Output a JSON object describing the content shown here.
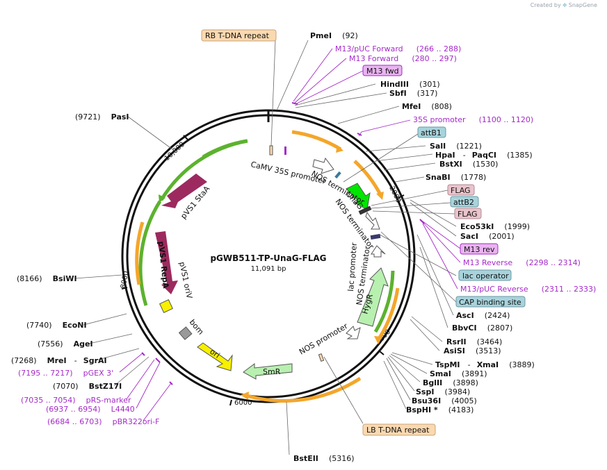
{
  "brand": {
    "created_by": "Created by",
    "app": "SnapGene"
  },
  "plasmid": {
    "name": "pGWB511-TP-UnaG-FLAG",
    "size": "11,091 bp"
  },
  "ticks": {
    "t2000": "2000",
    "t4000": "4000",
    "t6000": "6000",
    "t8000": "8000",
    "t10000": "10,000"
  },
  "sites": {
    "pmei": {
      "name": "PmeI",
      "pos": "(92)"
    },
    "hindiii": {
      "name": "HindIII",
      "pos": "(301)"
    },
    "sbfi": {
      "name": "SbfI",
      "pos": "(317)"
    },
    "mfei": {
      "name": "MfeI",
      "pos": "(808)"
    },
    "sali": {
      "name": "SalI",
      "pos": "(1221)"
    },
    "hpai": {
      "name": "HpaI",
      "sep": "-",
      "name2": "PaqCI",
      "pos": "(1385)"
    },
    "bstxi": {
      "name": "BstXI",
      "pos": "(1530)"
    },
    "snabi": {
      "name": "SnaBI",
      "pos": "(1778)"
    },
    "eco53ki": {
      "name": "Eco53kI",
      "pos": "(1999)"
    },
    "saci": {
      "name": "SacI",
      "pos": "(2001)"
    },
    "asci": {
      "name": "AscI",
      "pos": "(2424)"
    },
    "bbvci": {
      "name": "BbvCI",
      "pos": "(2807)"
    },
    "rsrii": {
      "name": "RsrII",
      "pos": "(3464)"
    },
    "asisi": {
      "name": "AsiSI",
      "pos": "(3513)"
    },
    "tspmi": {
      "name": "TspMI",
      "sep": "-",
      "name2": "XmaI",
      "pos": "(3889)"
    },
    "smai": {
      "name": "SmaI",
      "pos": "(3891)"
    },
    "bglii": {
      "name": "BglII",
      "pos": "(3898)"
    },
    "sspi": {
      "name": "SspI",
      "pos": "(3984)"
    },
    "bsu36i": {
      "name": "Bsu36I",
      "pos": "(4005)"
    },
    "bsphi": {
      "name": "BspHI *",
      "pos": "(4183)"
    },
    "bsteii": {
      "name": "BstEII",
      "pos": "(5316)"
    },
    "bstz17i": {
      "name": "BstZ17I",
      "pos": "(7070)"
    },
    "mrei": {
      "name": "MreI",
      "sep": "-",
      "name2": "SgrAI",
      "pos": "(7268)"
    },
    "agei": {
      "name": "AgeI",
      "pos": "(7556)"
    },
    "econi": {
      "name": "EcoNI",
      "pos": "(7740)"
    },
    "bsiwi": {
      "name": "BsiWI",
      "pos": "(8166)"
    },
    "pasi": {
      "name": "PasI",
      "pos": "(9721)"
    }
  },
  "primers": {
    "m13puc_fwd": {
      "name": "M13/pUC Forward",
      "range": "(266 .. 288)"
    },
    "m13_forward": {
      "name": "M13 Forward",
      "range": "(280 .. 297)"
    },
    "p35s": {
      "name": "35S promoter",
      "range": "(1100 .. 1120)"
    },
    "m13_reverse": {
      "name": "M13 Reverse",
      "range": "(2298 .. 2314)"
    },
    "m13puc_rev": {
      "name": "M13/pUC Reverse",
      "range": "(2311 .. 2333)"
    },
    "pgex3": {
      "name": "pGEX 3'",
      "range": "(7195 .. 7217)"
    },
    "prs_marker": {
      "name": "pRS-marker",
      "range": "(7035 .. 7054)"
    },
    "l4440": {
      "name": "L4440",
      "range": "(6937 .. 6954)"
    },
    "pbr322": {
      "name": "pBR322ori-F",
      "range": "(6684 .. 6703)"
    }
  },
  "boxes": {
    "rb_tdna": "RB T-DNA repeat",
    "lb_tdna": "LB T-DNA repeat",
    "m13fwd": "M13 fwd",
    "attb1": "attB1",
    "flag1": "FLAG",
    "attb2": "attB2",
    "flag2": "FLAG",
    "m13rev": "M13 rev",
    "lac_operator": "lac operator",
    "cap_site": "CAP binding site"
  },
  "features": {
    "camv35s": "CaMV 35S promoter",
    "nos_term_top": "NOS terminator",
    "unag": "UnaG",
    "nos_term_top2": "NOS terminator",
    "lac_promoter": "lac promoter",
    "nos_term_mid": "NOS terminator",
    "hygr": "HygR",
    "nos_promoter": "NOS promoter",
    "smr": "SmR",
    "ori": "ori",
    "bom": "bom",
    "pvs1_oriv": "pVS1 oriV",
    "pvs1_repa": "pVS1 RepA",
    "pvs1_staa": "pVS1 StaA"
  },
  "colors": {
    "primer": "#a52ac8",
    "orange": "#f4a62a",
    "green_arrow": "#5cb22e",
    "maroon": "#9c2a5e",
    "hygr": "#b8f0b0",
    "unag": "#00e600",
    "ori": "#f7f000",
    "attb": "#a8d3dc",
    "flag": "#e9c4cc",
    "m13box": "#e9b3f0",
    "tdna": "#fbd9b0"
  }
}
